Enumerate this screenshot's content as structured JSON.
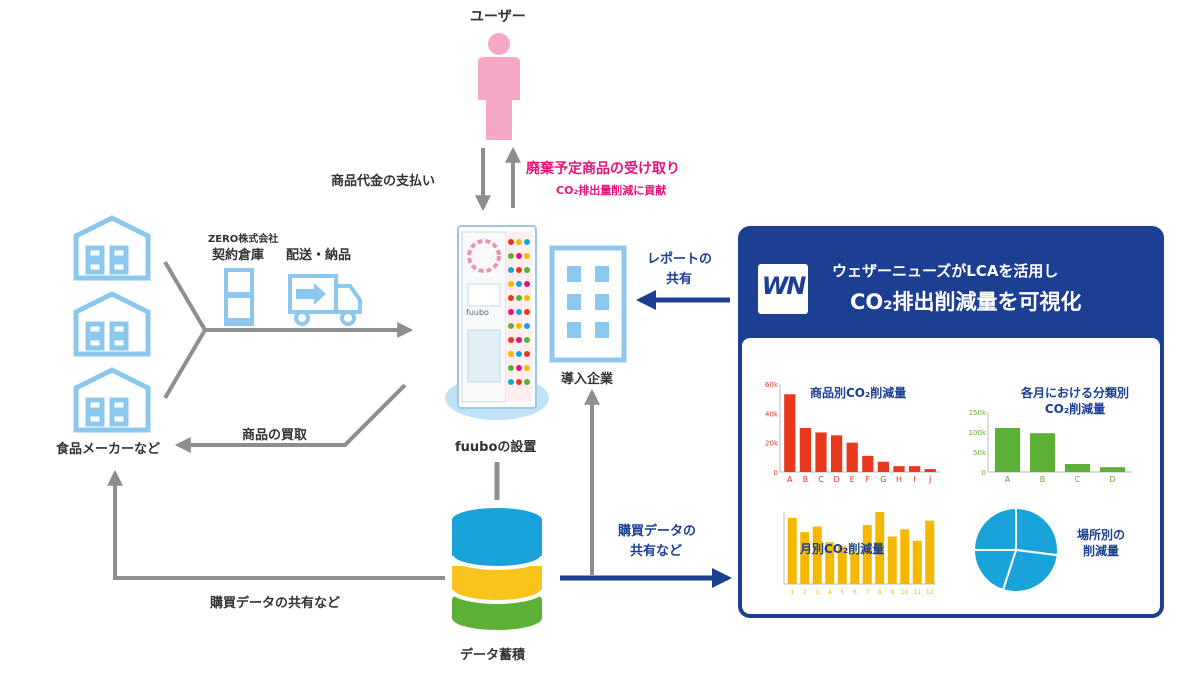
{
  "colors": {
    "navy": "#1c3f94",
    "light_blue": "#8cc8ee",
    "pink": "#f5a8c6",
    "magenta": "#e4147a",
    "gray_arrow": "#8e8e8e",
    "bar_red": "#e8391f",
    "bar_green": "#5cb036",
    "bar_yellow": "#f5b800",
    "pie_blue": "#1aa3db",
    "db_blue": "#1aa3db",
    "db_yellow": "#f7c31c",
    "db_green": "#5cb036"
  },
  "labels": {
    "user": "ユーザー",
    "payment": "商品代金の支払い",
    "receive_main": "廃棄予定商品の受け取り",
    "receive_sub": "CO₂排出量削減に貢献",
    "warehouse_company": "ZERO株式会社",
    "warehouse": "契約倉庫",
    "delivery": "配送・納品",
    "fuubo_install": "fuuboの設置",
    "food_maker": "食品メーカーなど",
    "purchase": "商品の買取",
    "company": "導入企業",
    "report_share_1": "レポートの",
    "report_share_2": "共有",
    "purchase_data_share_1": "購買データの",
    "purchase_data_share_2": "共有など",
    "purchase_data_share_bottom": "購買データの共有など",
    "data_storage": "データ蓄積",
    "machine_brand": "fuubo"
  },
  "panel": {
    "logo": "WN",
    "title_line1": "ウェザーニューズがLCAを活用し",
    "title_line2": "CO₂排出削減量を可視化"
  },
  "chart_data": [
    {
      "type": "bar",
      "title": "商品別CO₂削減量",
      "categories": [
        "A",
        "B",
        "C",
        "D",
        "E",
        "F",
        "G",
        "H",
        "I",
        "J"
      ],
      "values": [
        53,
        30,
        27,
        25,
        20,
        11,
        7,
        4,
        4,
        2
      ],
      "value_unit": "k",
      "yticks": [
        "60k",
        "40k",
        "20k",
        "0"
      ],
      "ylim": [
        0,
        60
      ],
      "color": "#e8391f"
    },
    {
      "type": "bar",
      "title_line1": "各月における分類別",
      "title_line2": "CO₂削減量",
      "categories": [
        "A",
        "B",
        "C",
        "D"
      ],
      "values": [
        110,
        97,
        20,
        12
      ],
      "value_unit": "k",
      "yticks": [
        "150k",
        "100k",
        "50k",
        "0"
      ],
      "ylim": [
        0,
        150
      ],
      "color": "#5cb036"
    },
    {
      "type": "bar",
      "title": "月別CO₂削減量",
      "categories": [
        "1",
        "2",
        "3",
        "4",
        "5",
        "6",
        "7",
        "8",
        "9",
        "10",
        "11",
        "12"
      ],
      "values": [
        92,
        72,
        80,
        58,
        52,
        44,
        82,
        100,
        66,
        76,
        60,
        88
      ],
      "ylim": [
        0,
        100
      ],
      "color": "#f5b800"
    },
    {
      "type": "pie",
      "title_line1": "場所別の",
      "title_line2": "削減量",
      "values": [
        27,
        28,
        20,
        25
      ],
      "color": "#1aa3db"
    }
  ]
}
